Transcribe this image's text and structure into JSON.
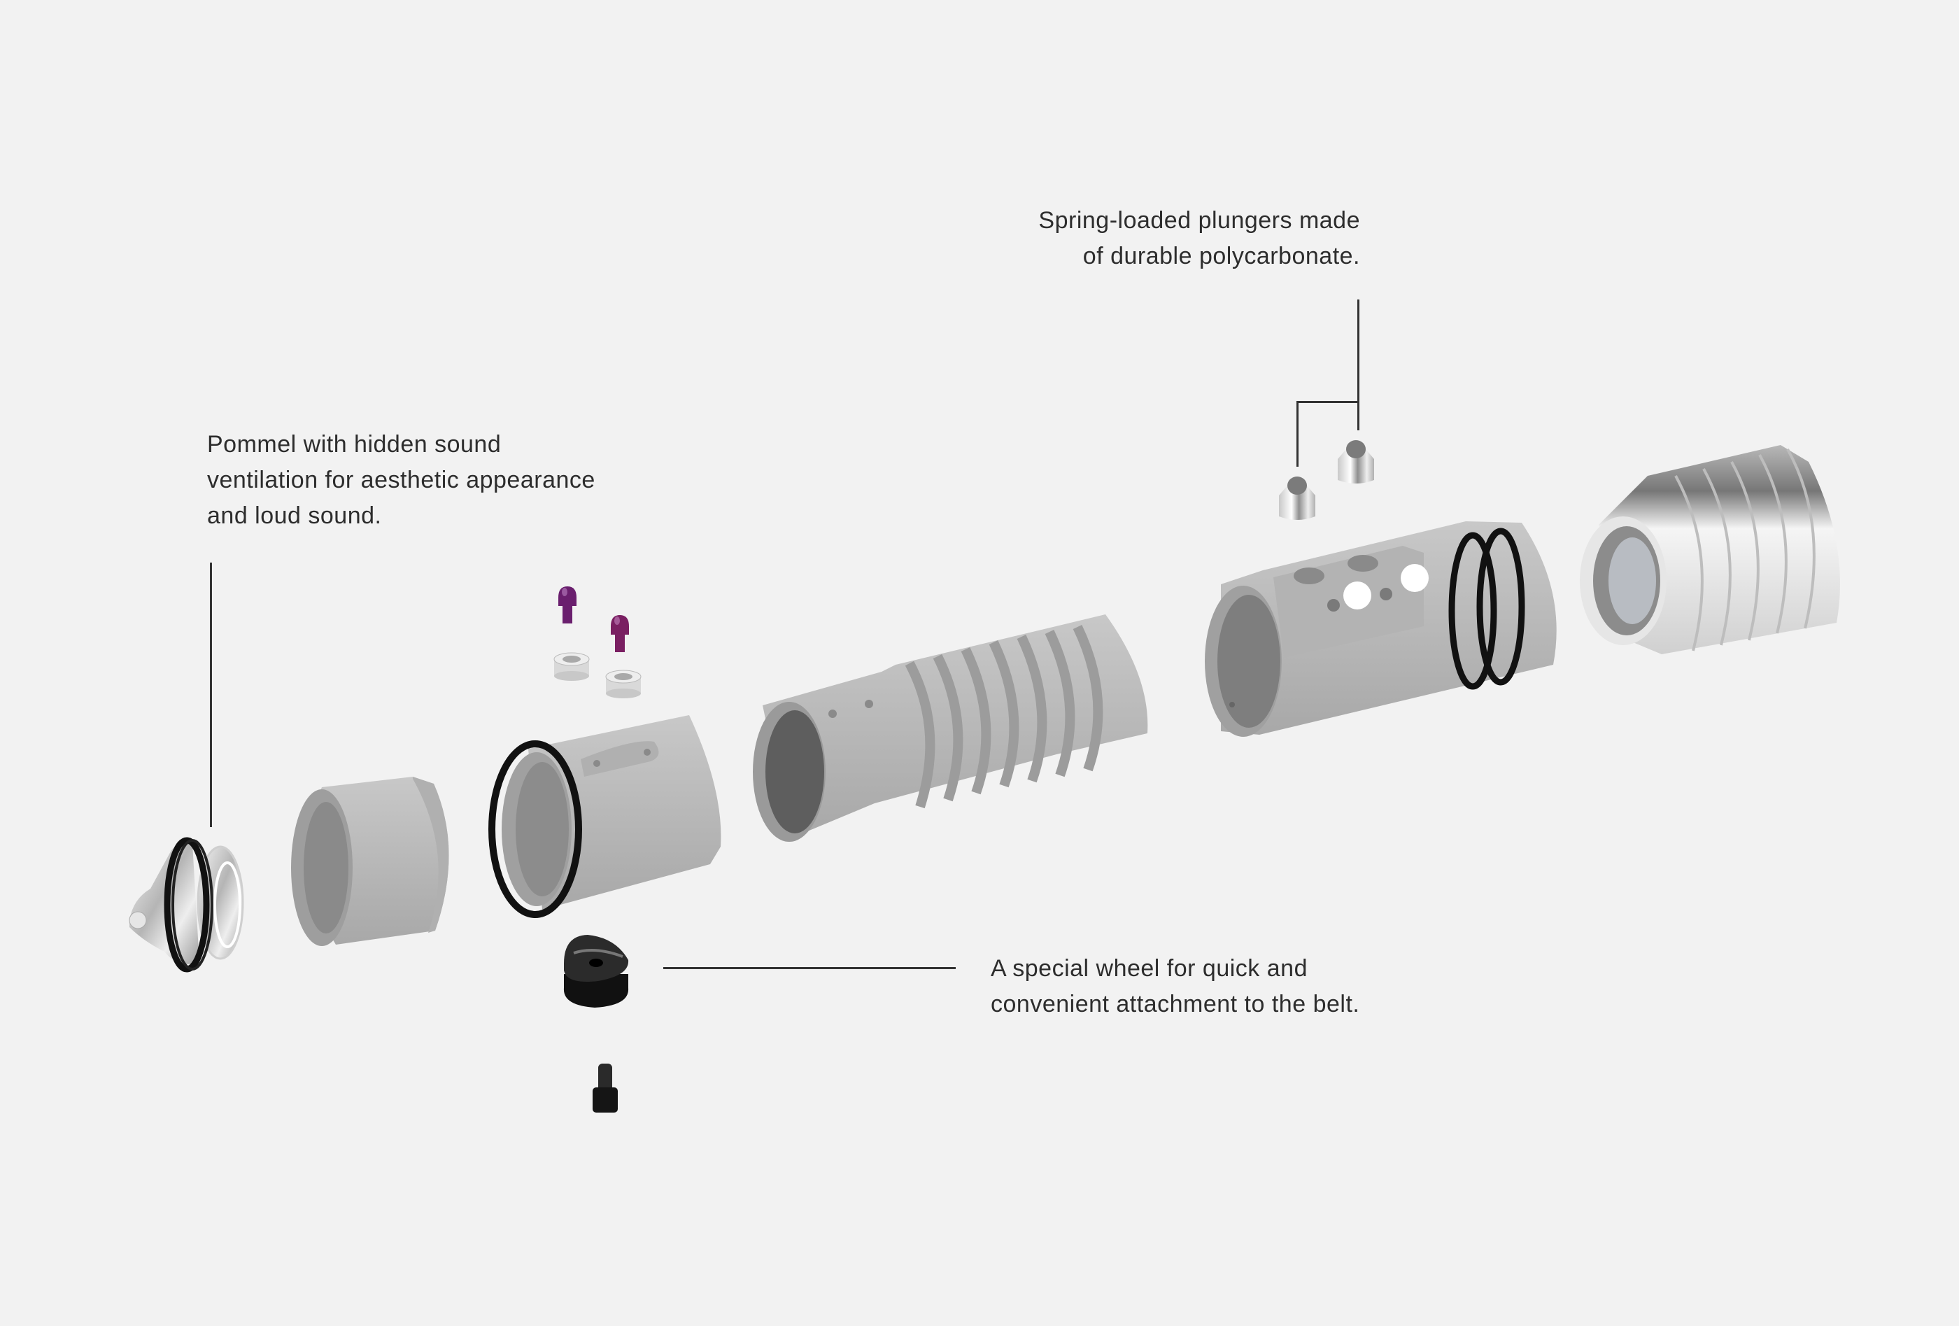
{
  "callouts": {
    "plungers": {
      "lines": [
        "Spring-loaded plungers made",
        "of durable polycarbonate."
      ],
      "align": "right"
    },
    "pommel": {
      "lines": [
        "Pommel with hidden sound",
        "ventilation for aesthetic appearance",
        "and loud sound."
      ],
      "align": "left"
    },
    "wheel": {
      "lines": [
        "A special wheel for quick and",
        "convenient attachment to the belt."
      ],
      "align": "left"
    }
  },
  "parts": [
    {
      "id": "pommel",
      "material": "chrome with black o-rings"
    },
    {
      "id": "pommel-sleeve",
      "material": "matte grey aluminium"
    },
    {
      "id": "switch-section",
      "material": "matte grey aluminium with black o-ring"
    },
    {
      "id": "activation-buttons",
      "count": 2,
      "color": "#6a1f6e"
    },
    {
      "id": "button-bushings",
      "count": 2,
      "material": "chrome"
    },
    {
      "id": "grip-body",
      "material": "matte grey aluminium",
      "grooves": 7
    },
    {
      "id": "plunger-body",
      "material": "matte grey aluminium with two black o-rings"
    },
    {
      "id": "spring-plungers",
      "count": 2,
      "material": "chrome"
    },
    {
      "id": "emitter",
      "material": "chrome",
      "grooves": 5
    },
    {
      "id": "belt-wheel",
      "material": "black"
    },
    {
      "id": "wheel-screw",
      "material": "black"
    }
  ],
  "colors": {
    "background": "#f2f2f2",
    "text": "#2d2d2d",
    "leader": "#333333",
    "aluminium": "#b9b9b9",
    "chrome": "#d8d8d8",
    "black": "#1a1a1a",
    "purple": "#6a1f6e"
  }
}
